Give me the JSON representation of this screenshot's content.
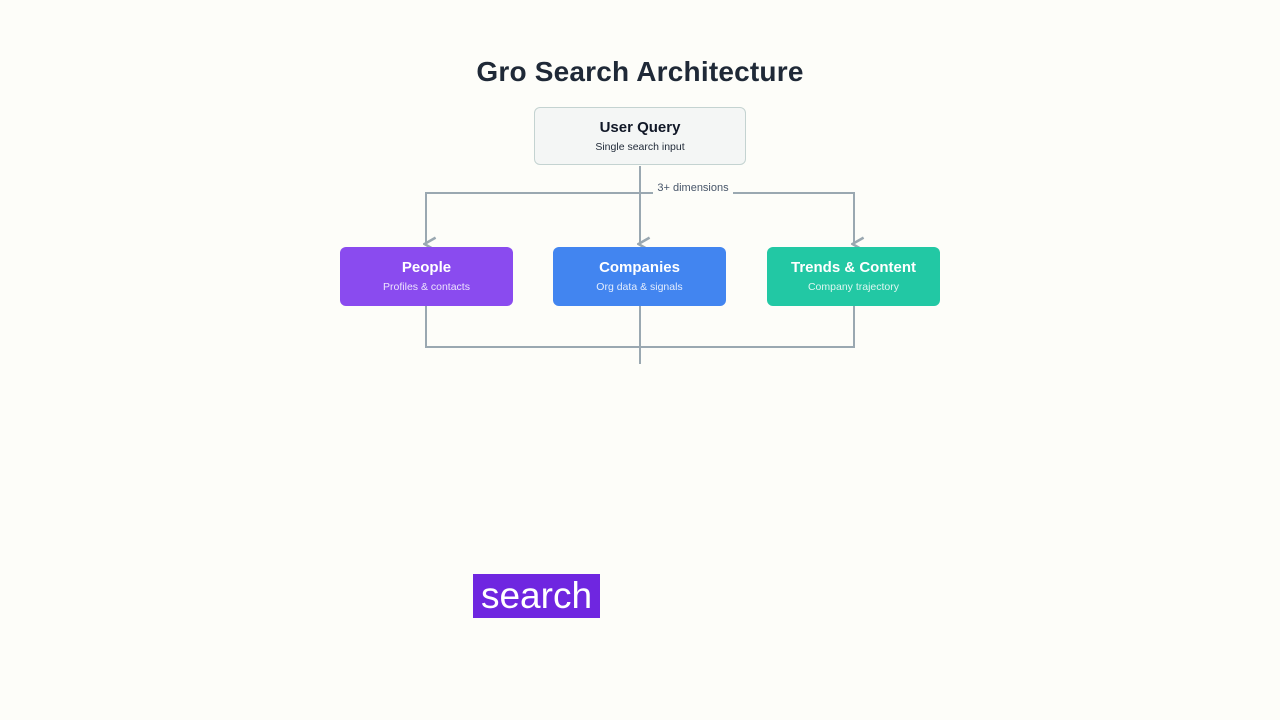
{
  "diagram": {
    "title": "Gro Search Architecture",
    "root": {
      "title": "User Query",
      "subtitle": "Single search input"
    },
    "edge_label": "3+ dimensions",
    "children": [
      {
        "title": "People",
        "subtitle": "Profiles & contacts",
        "color": "#8a4bef"
      },
      {
        "title": "Companies",
        "subtitle": "Org data & signals",
        "color": "#4285f0"
      },
      {
        "title": "Trends & Content",
        "subtitle": "Company trajectory",
        "color": "#22c8a4"
      }
    ]
  },
  "colors": {
    "background": "#fdfdf9",
    "connector": "#9aa8b1",
    "caption_background": "#6f26e0"
  },
  "caption": "search"
}
